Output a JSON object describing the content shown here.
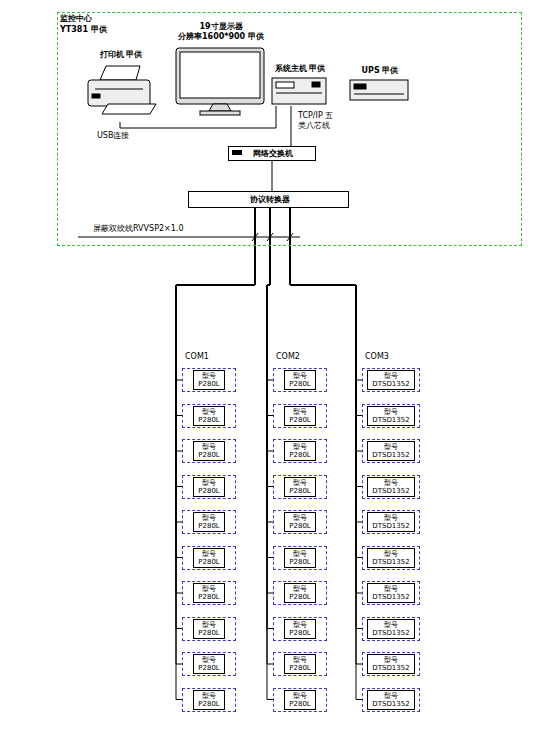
{
  "diagram": {
    "nodes": [
      {
        "text": [
          "监控中心",
          "YT381 甲供"
        ]
      },
      {
        "text": [
          "打印机 甲供"
        ],
        "in": 0
      },
      {
        "text": [
          "19寸显示器",
          "分辨率1600*900 甲供"
        ],
        "in": 0
      },
      {
        "text": [
          "系统主机 甲供"
        ],
        "in": 0
      },
      {
        "text": [
          "UPS 甲供"
        ],
        "in": 0
      },
      {
        "text": [
          "网络交换机"
        ],
        "in": 0
      },
      {
        "text": [
          "协议转换器"
        ],
        "in": 0
      },
      {
        "text": [
          "型号",
          "P280L"
        ]
      },
      {
        "text": [
          "型号",
          "P280L"
        ]
      },
      {
        "text": [
          "型号",
          "P280L"
        ]
      },
      {
        "text": [
          "型号",
          "P280L"
        ]
      },
      {
        "text": [
          "型号",
          "P280L"
        ]
      },
      {
        "text": [
          "型号",
          "P280L"
        ]
      },
      {
        "text": [
          "型号",
          "P280L"
        ]
      },
      {
        "text": [
          "型号",
          "P280L"
        ]
      },
      {
        "text": [
          "型号",
          "P280L"
        ]
      },
      {
        "text": [
          "型号",
          "P280L"
        ]
      },
      {
        "text": [
          "型号",
          "P280L"
        ]
      },
      {
        "text": [
          "型号",
          "P280L"
        ]
      },
      {
        "text": [
          "型号",
          "P280L"
        ]
      },
      {
        "text": [
          "型号",
          "P280L"
        ]
      },
      {
        "text": [
          "型号",
          "P280L"
        ]
      },
      {
        "text": [
          "型号",
          "P280L"
        ]
      },
      {
        "text": [
          "型号",
          "P280L"
        ]
      },
      {
        "text": [
          "型号",
          "P280L"
        ]
      },
      {
        "text": [
          "型号",
          "P280L"
        ]
      },
      {
        "text": [
          "型号",
          "P280L"
        ]
      },
      {
        "text": [
          "型号",
          "DTSD1352"
        ]
      },
      {
        "text": [
          "型号",
          "DTSD1352"
        ]
      },
      {
        "text": [
          "型号",
          "DTSD1352"
        ]
      },
      {
        "text": [
          "型号",
          "DTSD1352"
        ]
      },
      {
        "text": [
          "型号",
          "DTSD1352"
        ]
      },
      {
        "text": [
          "型号",
          "DTSD1352"
        ]
      },
      {
        "text": [
          "型号",
          "DTSD1352"
        ]
      },
      {
        "text": [
          "型号",
          "DTSD1352"
        ]
      },
      {
        "text": [
          "型号",
          "DTSD1352"
        ]
      },
      {
        "text": [
          "型号",
          "DTSD1352"
        ]
      }
    ],
    "edges": [
      {
        "from": 1,
        "to": 3,
        "label": "USB连接",
        "arrow": "none"
      },
      {
        "from": 3,
        "to": 5,
        "label": "TCP/IP 五类八芯线",
        "arrow": "none"
      },
      {
        "from": 5,
        "to": 6,
        "arrow": "none"
      },
      {
        "from": 6,
        "to": 7,
        "arrow": "none"
      },
      {
        "from": 6,
        "to": 8,
        "arrow": "none"
      },
      {
        "from": 6,
        "to": 9,
        "arrow": "none"
      },
      {
        "from": 6,
        "to": 10,
        "arrow": "none"
      },
      {
        "from": 6,
        "to": 11,
        "arrow": "none"
      },
      {
        "from": 6,
        "to": 12,
        "arrow": "none"
      },
      {
        "from": 6,
        "to": 13,
        "arrow": "none"
      },
      {
        "from": 6,
        "to": 14,
        "arrow": "none"
      },
      {
        "from": 6,
        "to": 15,
        "arrow": "none"
      },
      {
        "from": 6,
        "to": 16,
        "arrow": "none"
      },
      {
        "from": 6,
        "to": 17,
        "arrow": "none"
      },
      {
        "from": 6,
        "to": 18,
        "arrow": "none"
      },
      {
        "from": 6,
        "to": 19,
        "arrow": "none"
      },
      {
        "from": 6,
        "to": 20,
        "arrow": "none"
      },
      {
        "from": 6,
        "to": 21,
        "arrow": "none"
      },
      {
        "from": 6,
        "to": 22,
        "arrow": "none"
      },
      {
        "from": 6,
        "to": 23,
        "arrow": "none"
      },
      {
        "from": 6,
        "to": 24,
        "arrow": "none"
      },
      {
        "from": 6,
        "to": 25,
        "arrow": "none"
      },
      {
        "from": 6,
        "to": 26,
        "arrow": "none"
      },
      {
        "from": 6,
        "to": 27,
        "arrow": "none"
      },
      {
        "from": 6,
        "to": 28,
        "arrow": "none"
      },
      {
        "from": 6,
        "to": 29,
        "arrow": "none"
      },
      {
        "from": 6,
        "to": 30,
        "arrow": "none"
      },
      {
        "from": 6,
        "to": 31,
        "arrow": "none"
      },
      {
        "from": 6,
        "to": 32,
        "arrow": "none"
      },
      {
        "from": 6,
        "to": 33,
        "arrow": "none"
      },
      {
        "from": 6,
        "to": 34,
        "arrow": "none"
      },
      {
        "from": 6,
        "to": 35,
        "arrow": "none"
      },
      {
        "from": 6,
        "to": 36,
        "arrow": "none"
      }
    ],
    "labels": [
      "COM1",
      "COM2",
      "COM3",
      "屏蔽双绞线RVVSP2×1.0"
    ]
  }
}
